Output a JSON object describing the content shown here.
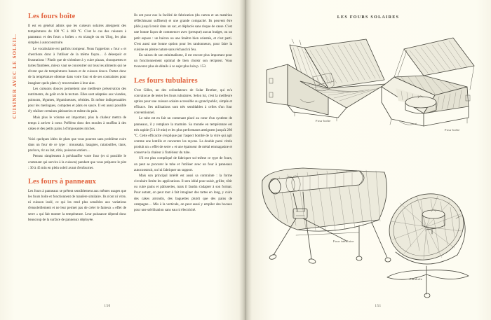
{
  "book": {
    "running_head": "CUISINER AVEC LE SOLEIL.",
    "accent_color": "#e2613c",
    "paper_color": "#fdfcf1",
    "ink_color": "#4a4940"
  },
  "left_page": {
    "folio": "150",
    "columns": [
      {
        "blocks": [
          {
            "type": "heading",
            "text": "Les fours boîte"
          },
          {
            "type": "paragraph",
            "indent": false,
            "text": "Il est en général admis que les cuiseurs solaires atteignent des températures de 100 °C à 160 °C. C'est le cas des cuiseurs à panneaux et des fours « boîtes » en triangle ou en Ulog, les plus simples à autoconstruire."
          },
          {
            "type": "paragraph",
            "indent": true,
            "text": "Le vocabulaire est parfois trompeur. Nous l'appelons « four » et cherchons donc à l'utiliser de la même façon… ô désespoir et frustrations ! Plutôt que de s'obstiner à y cuire pizzas, chouquettes et tartes flambées, mieux vaut se concentrer sur tous les aliments qui ne rêvent que de températures basses et de cuisson douce. Partez donc de la température obtenue dans votre four et de ses contraintes pour imaginer quels plats s'y trouveraient à leur aise."
          },
          {
            "type": "paragraph",
            "indent": true,
            "text": "Les cuissons douces permettent une meilleure préservation des nutriments, du goût et de la texture. Elles sont adaptées aux viandes, poissons, légumes, légumineuses, céréales. Et même indispensables pour les meringues, compotes et plats en sauce. Il est aussi possible d'y réaliser certaines pâtisseries et même du pain."
          },
          {
            "type": "paragraph",
            "indent": true,
            "text": "Mais plus le volume est important, plus la chaleur mettra de temps à arriver à cœur. Préférez donc des moules à muffins à des cakes et des petits pains à d'imposantes miches."
          },
          {
            "type": "paragraph",
            "indent": false,
            "gap": true,
            "text": "Voici quelques idées de plats que vous pourrez sans problème cuire dans un four de ce type : moussaka, lasagnes, ratatouilles, tians, pavlova, riz au lait, rôtis, poissons entiers…"
          },
          {
            "type": "paragraph",
            "indent": true,
            "text": "Pensez simplement à préchauffer votre four (et si possible le contenant qui servira à la cuisson) pendant que vous préparez le plat : 30 à 45 min en plein soleil avant d'enfourner."
          },
          {
            "type": "heading",
            "spaced": true,
            "text": "Les fours à panneaux"
          },
          {
            "type": "paragraph",
            "indent": false,
            "text": "Les fours à panneaux se prêtent sensiblement aux mêmes usages que les fours boîte et fonctionnent de manière similaire. Ils n'ont ni vitre, ni cuisson isolé, ce qui les rend plus sensibles aux variations d'ensoleillement et ne leur permet pas de créer le fameux « effet de serre » qui fait monter la température. Leur puissance dépend donc beaucoup de la surface de panneaux déployée."
          }
        ]
      },
      {
        "blocks": [
          {
            "type": "paragraph",
            "indent": false,
            "text": "Ils ont pour eux la facilité de fabrication (du carton et un matériau réfléchissant suffisent) et une grande compacité. Ils peuvent être pliés jusqu'à tenir dans un sac, et déplacés sans risque de casse. C'est une bonne façon de commencer avec (presque) aucun budget, ou un petit espace : un balcon ou une fenêtre bien orientée, et c'est parti. C'est aussi une bonne option pour les randonneurs, pour faire la cuisine en pleine nature sans réchaud ni feu."
          },
          {
            "type": "paragraph",
            "indent": true,
            "text": "En raison de son minimalisme, il est encore plus important pour un fonctionnement optimal de bien choisir son récipient. Vous trouverez plus de détails à ce sujet plus loin p. 153."
          },
          {
            "type": "heading",
            "spaced": true,
            "text": "Les fours tubulaires"
          },
          {
            "type": "paragraph",
            "indent": false,
            "text": "C'est Gilles, un des cofondateurs de Solar Brother, qui m'a convaincue de tester les fours tubulaires. Selon lui, c'est la meilleure option pour une cuisson solaire accessible au grand public, simple et efficace. Ses utilisations sont très semblables à celles d'un four conventionnel."
          },
          {
            "type": "paragraph",
            "indent": true,
            "text": "Le tube est en fait un contenant placé au cœur d'un système de panneaux, il y remplace la marmite. Sa montée en température est très rapide (5 à 10 min) et les plus performants atteignent jusqu'à 280 °C. Cette efficacité s'explique par l'aspect bombé de la vitre qui agit comme une lentille et concentre les rayons. La double paroi vitrée produit un « effet de serre » et une épaisseur de métal emmagasine et conserve la chaleur à l'intérieur du tube."
          },
          {
            "type": "paragraph",
            "indent": true,
            "text": "S'il est plus compliqué de fabriquer soi-même ce type de fours, on peut se procurer le tube et l'utiliser avec un four à panneaux autoconstruit, ou lui fabriquer un support."
          },
          {
            "type": "paragraph",
            "indent": true,
            "text": "Mais son principal intérêt est aussi sa contrainte : la forme circulaire limite les applications. Il sera idéal pour saisir, griller, rôtir ou cuire pains et pâtisseries, mais il faudra s'adapter à son format. Pour autant, on peut tout à fait imaginer des tartes en long, y cuire des cakes arrondis, des baguettes plutôt que des pains de campagne… Mis à la verticale, on peut aussi y empiler des bocaux pour une stérilisation sans eau ni électricité."
          }
        ]
      }
    ]
  },
  "right_page": {
    "header": "LES FOURS SOLAIRES",
    "folio": "151",
    "illustrations": [
      {
        "name": "four-boite-ouvert",
        "caption": "Four boîte"
      },
      {
        "name": "four-boite-marmite",
        "caption": "Four boîte"
      },
      {
        "name": "four-tubulaire",
        "caption": "Four tubulaire"
      },
      {
        "name": "parabole",
        "caption": "Parabole"
      }
    ]
  }
}
